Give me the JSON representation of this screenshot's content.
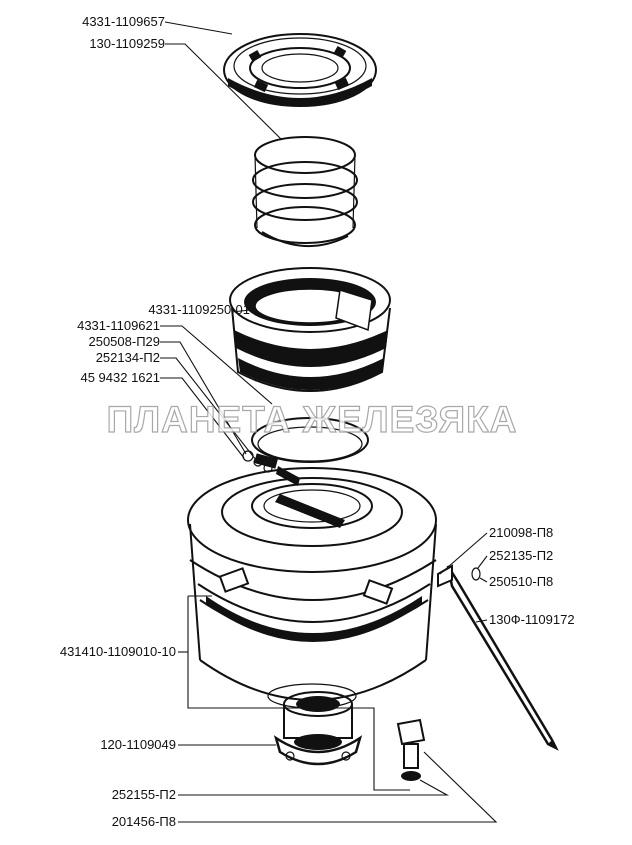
{
  "watermark": "ПЛАНЕТА ЖЕЛЕЗЯКА",
  "labels": {
    "l1": "4331-1109657",
    "l2": "130-1109259",
    "l3": "4331-1109250-01",
    "l4": "4331-1109621",
    "l5": "250508-П29",
    "l6": "252134-П2",
    "l7": "45 9432 1621",
    "l8": "210098-П8",
    "l9": "252135-П2",
    "l10": "250510-П8",
    "l11": "130Ф-1109172",
    "l12": "431410-1109010-10",
    "l13": "120-1109049",
    "l14": "252155-П2",
    "l15": "201456-П8"
  }
}
